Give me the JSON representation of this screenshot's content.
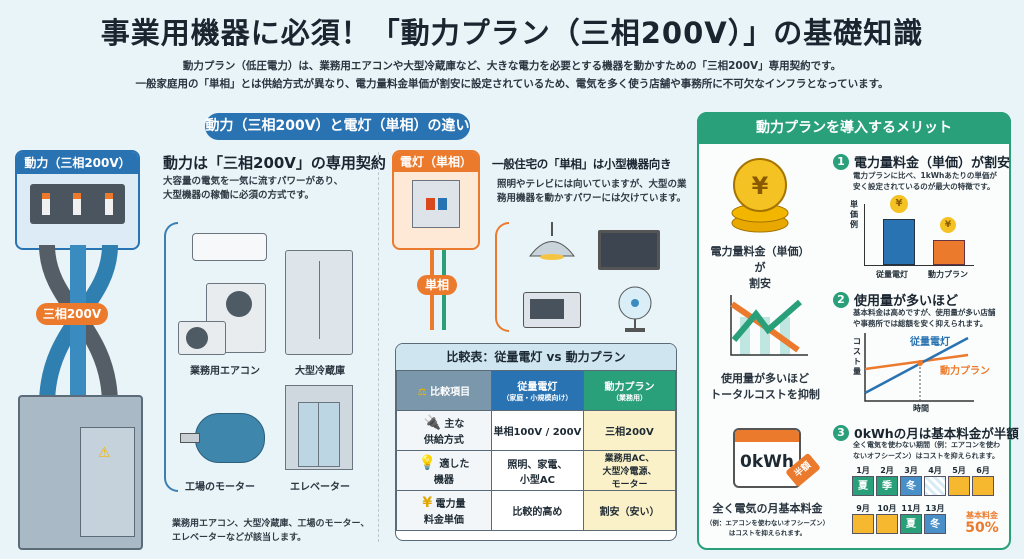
{
  "title": "事業用機器に必須！「動力プラン（三相200V）」の基礎知識",
  "subtitle": [
    "動力プラン（低圧電力）は、業務用エアコンや大型冷蔵庫など、大きな電力を必要とする機器を動かすための「三相200V」専用契約です。",
    "一般家庭用の「単相」とは供給方式が異なり、電力量料金単価が割安に設定されているため、電気を多く使う店舗や事務所に不可欠なインフラとなっています。"
  ],
  "colors": {
    "blue": "#2a73b3",
    "green": "#2aa07a",
    "orange": "#ec7a2c",
    "bg": "#e9f4f8"
  },
  "left": {
    "section_title": "動力（三相200V）と電灯（単相）の違い",
    "power_box": "動力（三相200V）",
    "cable_badge": "三相200V",
    "heading": "動力は「三相200V」の専用契約",
    "desc": [
      "大容量の電気を一気に流すパワーがあり、",
      "大型機器の稼働に必須の方式です。"
    ],
    "devices": [
      "業務用エアコン",
      "大型冷蔵庫",
      "工場のモーター",
      "エレベーター"
    ],
    "note": [
      "業務用エアコン、大型冷蔵庫、工場のモーター、",
      "エレベーターなどが該当します。"
    ]
  },
  "middle": {
    "light_box": "電灯（単相）",
    "wire_badge": "単相",
    "heading": "一般住宅の「単相」は小型機器向き",
    "desc": [
      "照明やテレビには向いていますが、大型の業",
      "務用機器を動かすパワーには欠けています。"
    ],
    "devices": [
      "lamp-icon",
      "tv-icon",
      "microwave-icon",
      "fan-icon"
    ],
    "table": {
      "title": "比較表：従量電灯 vs 動力プラン",
      "headers": {
        "item": "比較項目",
        "a": "従量電灯",
        "a_sub": "（家庭・小規模向け）",
        "b": "動力プラン",
        "b_sub": "（業務用）"
      },
      "rows": [
        {
          "icon": "plug-icon",
          "label": "主な\n供給方式",
          "a": "単相100V / 200V",
          "b": "三相200V"
        },
        {
          "icon": "bulb-icon",
          "label": "適した\n機器",
          "a": "照明、家電、\n小型AC",
          "b": "業務用AC、\n大型冷電源、\nモーター"
        },
        {
          "icon": "coins-icon",
          "label": "電力量\n料金単価",
          "a": "比較的高め",
          "b": "割安（安い）"
        }
      ]
    }
  },
  "right": {
    "section_title": "動力プランを導入するメリット",
    "merits": [
      {
        "num": "1",
        "title": "電力量料金（単価）が割安",
        "desc": [
          "電力プランに比べ、1kWhあたりの単価が",
          "安く設定されているのが最大の特徴です。"
        ],
        "icon_label": "電力量料金（単価）が\n割安",
        "chart": {
          "ylabel": "単価例",
          "bars": [
            "従量電灯",
            "動力プラン"
          ],
          "yen": "¥"
        }
      },
      {
        "num": "2",
        "title": "使用量が多いほど",
        "desc": [
          "基本料金は高めですが、使用量が多い店舗",
          "や事務所では総額を安く抑えられます。"
        ],
        "icon_label": "使用量が多いほど\nトータルコストを抑制",
        "chart": {
          "ylabel": "コスト量",
          "xlabel": "時間",
          "line_a": "従量電灯",
          "line_b": "動力プラン"
        }
      },
      {
        "num": "3",
        "title": "0kWhの月は基本料金が半額",
        "desc": [
          "全く電気を使わない期間（例：エアコンを使わ",
          "ないオフシーズン）はコストを抑えられます。"
        ],
        "icon_label": "全く電気の月基本料金",
        "icon_note": [
          "（例：エアコンを使わないオフシーズン）",
          "はコストを抑えられます。"
        ],
        "calendar": "0kWh",
        "tag": "半額",
        "months_row1": [
          {
            "m": "1月",
            "t": "夏",
            "c": "green"
          },
          {
            "m": "2月",
            "t": "季",
            "c": "green"
          },
          {
            "m": "3月",
            "t": "冬",
            "c": "blue"
          },
          {
            "m": "4月",
            "t": "",
            "c": "hatch"
          },
          {
            "m": "5月",
            "t": "",
            "c": "yellow"
          },
          {
            "m": "6月",
            "t": "",
            "c": "yellow"
          }
        ],
        "months_row2": [
          {
            "m": "9月",
            "t": "",
            "c": "yellow"
          },
          {
            "m": "10月",
            "t": "",
            "c": "yellow"
          },
          {
            "m": "11月",
            "t": "夏",
            "c": "green"
          },
          {
            "m": "13月",
            "t": "冬",
            "c": "blue"
          }
        ],
        "discount_label": "基本料金",
        "discount_value": "50%"
      }
    ]
  }
}
